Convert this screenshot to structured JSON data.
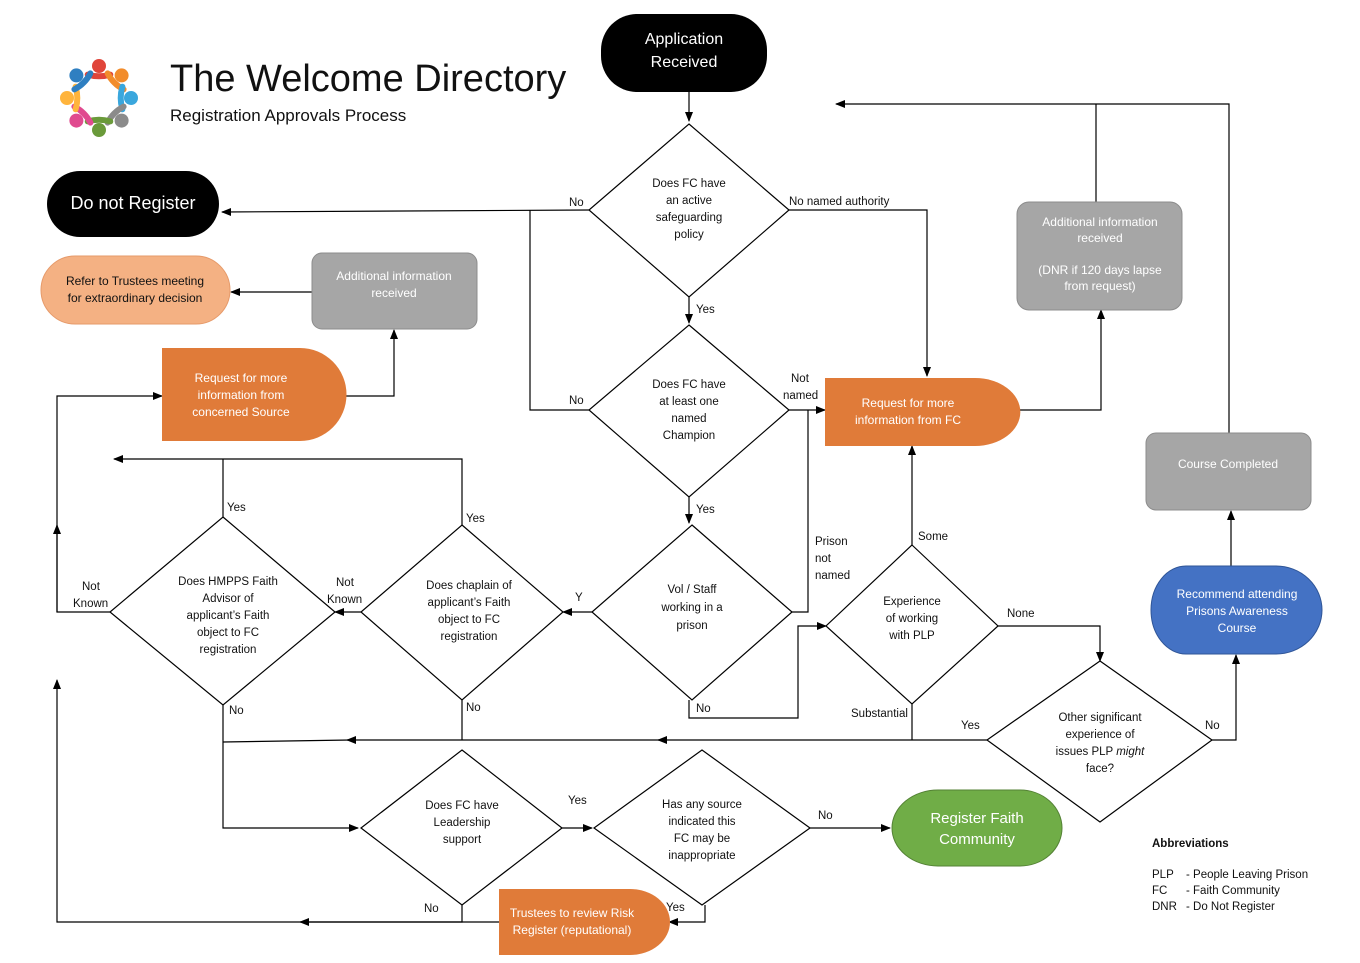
{
  "header": {
    "title": "The Welcome Directory",
    "subtitle": "Registration Approvals Process",
    "logo_icon": "circle-of-people-logo",
    "logo_colors": [
      "#e0453a",
      "#f28c2b",
      "#3aa7dd",
      "#8b8b8b",
      "#6a9a3a",
      "#e04a8f",
      "#ffb43c",
      "#2f7fc1"
    ]
  },
  "colors": {
    "terminal_black": "#000000",
    "grey_box": "#a6a6a6",
    "orange": "#e07b39",
    "peach": "#f4b183",
    "green": "#70ad47",
    "blue": "#4472c4",
    "line": "#000000"
  },
  "nodes": {
    "application_received": [
      "Application",
      "Received"
    ],
    "do_not_register": [
      "Do not Register"
    ],
    "refer_trustees": [
      "Refer to Trustees meeting",
      "for extraordinary decision"
    ],
    "additional_info_left": [
      "Additional information",
      "received"
    ],
    "request_concerned_source": [
      "Request for more",
      "information from",
      "concerned Source"
    ],
    "additional_info_right": [
      "Additional information",
      "received",
      "",
      "(DNR if 120 days lapse",
      "from request)"
    ],
    "request_fc": [
      "Request for more",
      "information from FC"
    ],
    "course_completed": [
      "Course Completed"
    ],
    "recommend_course": [
      "Recommend attending",
      "Prisons Awareness",
      "Course"
    ],
    "register_fc": [
      "Register Faith",
      "Community"
    ],
    "trustees_risk": [
      "Trustees to review Risk",
      "Register (reputational)"
    ],
    "q_safeguarding": [
      "Does FC have",
      "an active",
      "safeguarding",
      "policy"
    ],
    "q_champion": [
      "Does FC have",
      "at least one",
      "named",
      "Champion"
    ],
    "q_prison": [
      "Vol / Staff",
      "working in a",
      "prison"
    ],
    "q_chaplain": [
      "Does chaplain of",
      "applicant’s Faith",
      "object to FC",
      "registration"
    ],
    "q_hmpps": [
      "Does HMPPS Faith",
      "Advisor of",
      "applicant’s Faith",
      "object to FC",
      "registration"
    ],
    "q_experience": [
      "Experience",
      "of working",
      "with PLP"
    ],
    "q_other": [
      "Other significant",
      "experience of",
      "issues PLP might",
      "face?"
    ],
    "q_leadership": [
      "Does FC have",
      "Leadership",
      "support"
    ],
    "q_inappropriate": [
      "Has any source",
      "indicated this",
      "FC may be",
      "inappropriate"
    ]
  },
  "edge_labels": {
    "no_safeguarding": "No",
    "no_named_authority": "No named authority",
    "yes_safeguarding": "Yes",
    "no_champion": "No",
    "not_named_1": "Not",
    "not_named_2": "named",
    "yes_champion": "Yes",
    "y_prison": "Y",
    "no_prison": "No",
    "prison_not_named_1": "Prison",
    "prison_not_named_2": "not",
    "prison_not_named_3": "named",
    "yes_chaplain": "Yes",
    "no_chaplain": "No",
    "notknown_chaplain_1": "Not",
    "notknown_chaplain_2": "Known",
    "yes_hmpps": "Yes",
    "no_hmpps": "No",
    "notknown_hmpps_1": "Not",
    "notknown_hmpps_2": "Known",
    "some": "Some",
    "none": "None",
    "substantial": "Substantial",
    "yes_other": "Yes",
    "no_other": "No",
    "yes_leadership": "Yes",
    "no_leadership": "No",
    "no_inappropriate": "No",
    "yes_inappropriate": "Yes"
  },
  "abbreviations": {
    "heading": "Abbreviations",
    "items": [
      {
        "key": "PLP",
        "value": "- People Leaving Prison"
      },
      {
        "key": "FC",
        "value": "- Faith Community"
      },
      {
        "key": "DNR",
        "value": "- Do Not Register"
      }
    ]
  }
}
